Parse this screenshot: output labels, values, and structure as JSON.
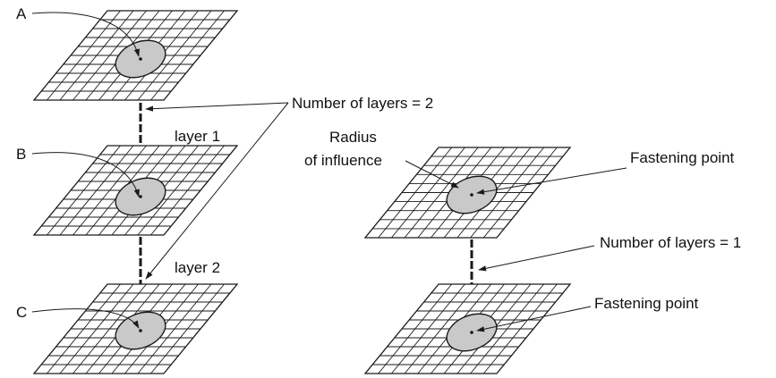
{
  "labels": {
    "point_a": "A",
    "point_b": "B",
    "point_c": "C",
    "layer_1": "layer 1",
    "layer_2": "layer 2",
    "layers_left": "Number of layers = 2",
    "layers_right": "Number of layers = 1",
    "radius_line1": "Radius",
    "radius_line2": "of influence",
    "fastening_top": "Fastening point",
    "fastening_bottom": "Fastening point"
  },
  "colors": {
    "influence_fill": "#c9c9c9",
    "line": "#1a1a1a"
  }
}
